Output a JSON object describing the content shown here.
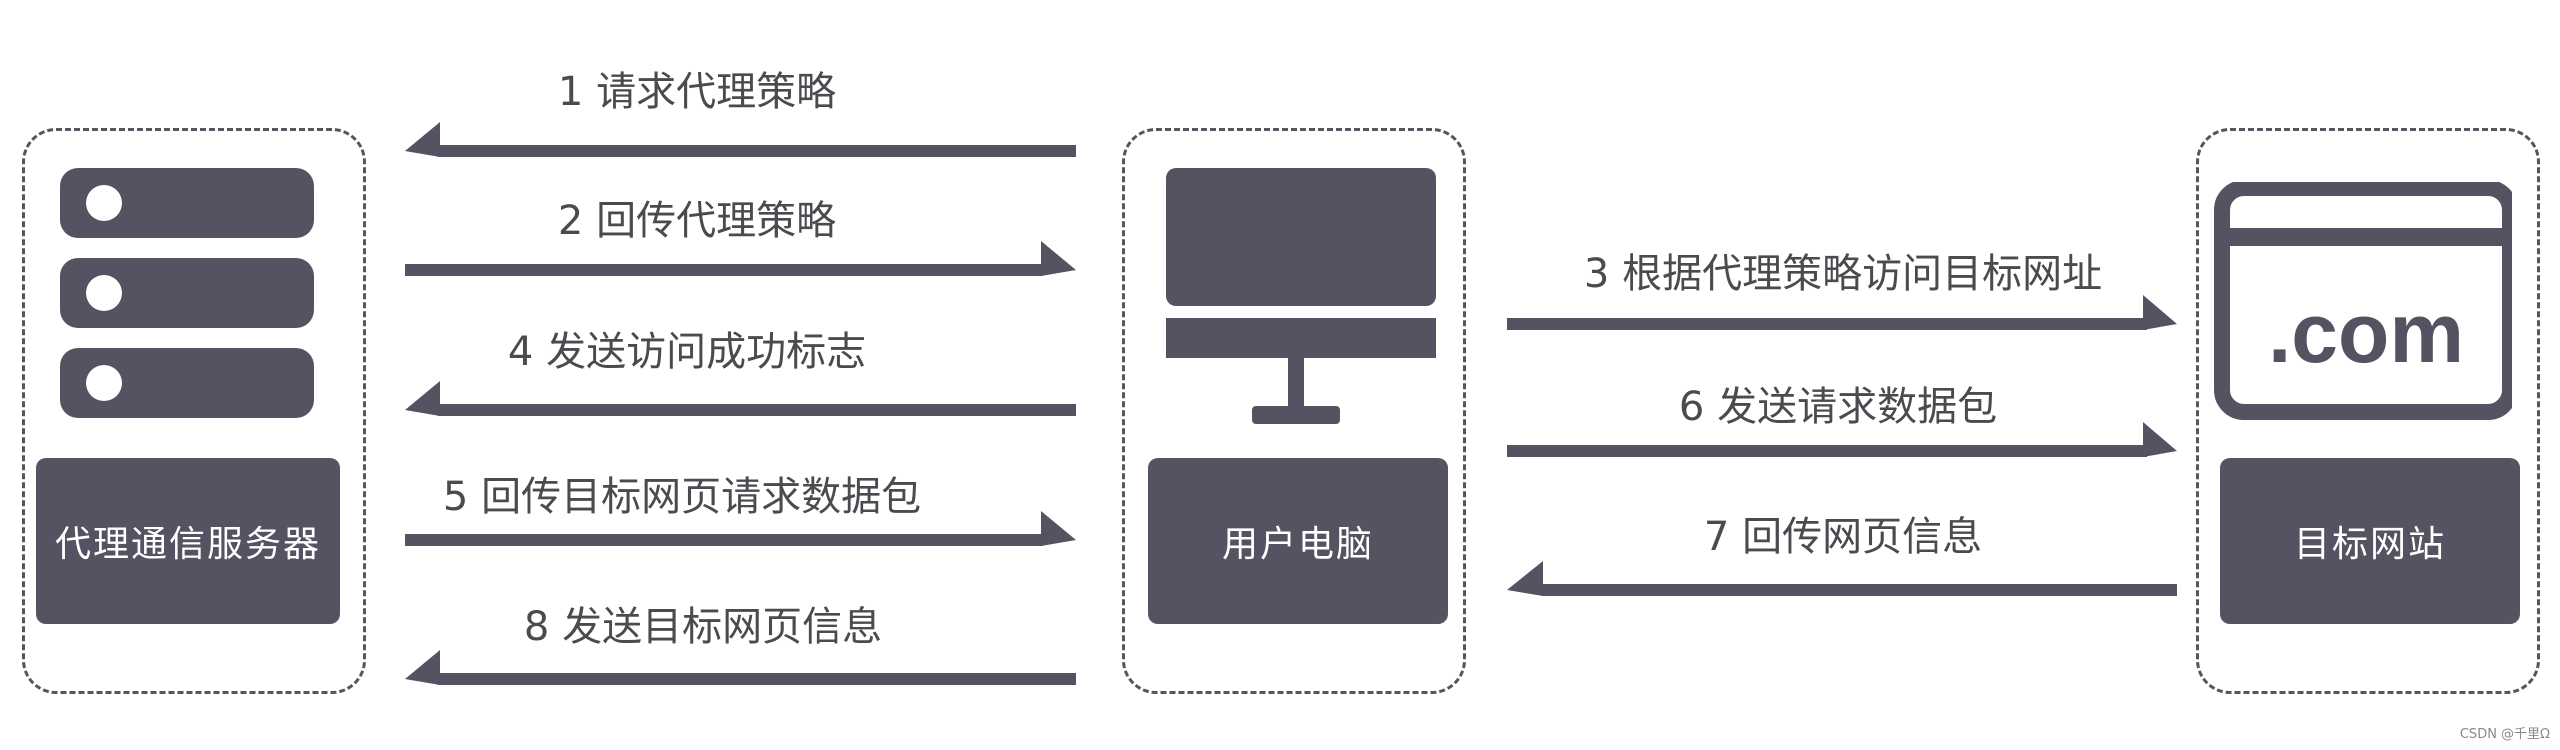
{
  "nodes": {
    "proxy": {
      "label": "代理通信服务器"
    },
    "user": {
      "label": "用户电脑"
    },
    "target": {
      "label": "目标网站",
      "icon_text": ".com"
    }
  },
  "arrows": {
    "a1": "1 请求代理策略",
    "a2": "2 回传代理策略",
    "a3": "3 根据代理策略访问目标网址",
    "a4": "4 发送访问成功标志",
    "a5": "5 回传目标网页请求数据包",
    "a6": "6 发送请求数据包",
    "a7": "7 回传网页信息",
    "a8": "8 发送目标网页信息"
  },
  "watermark": "CSDN @千里Ω",
  "colors": {
    "fill": "#535361",
    "border": "#55555f",
    "text": "#4a4a4f"
  }
}
